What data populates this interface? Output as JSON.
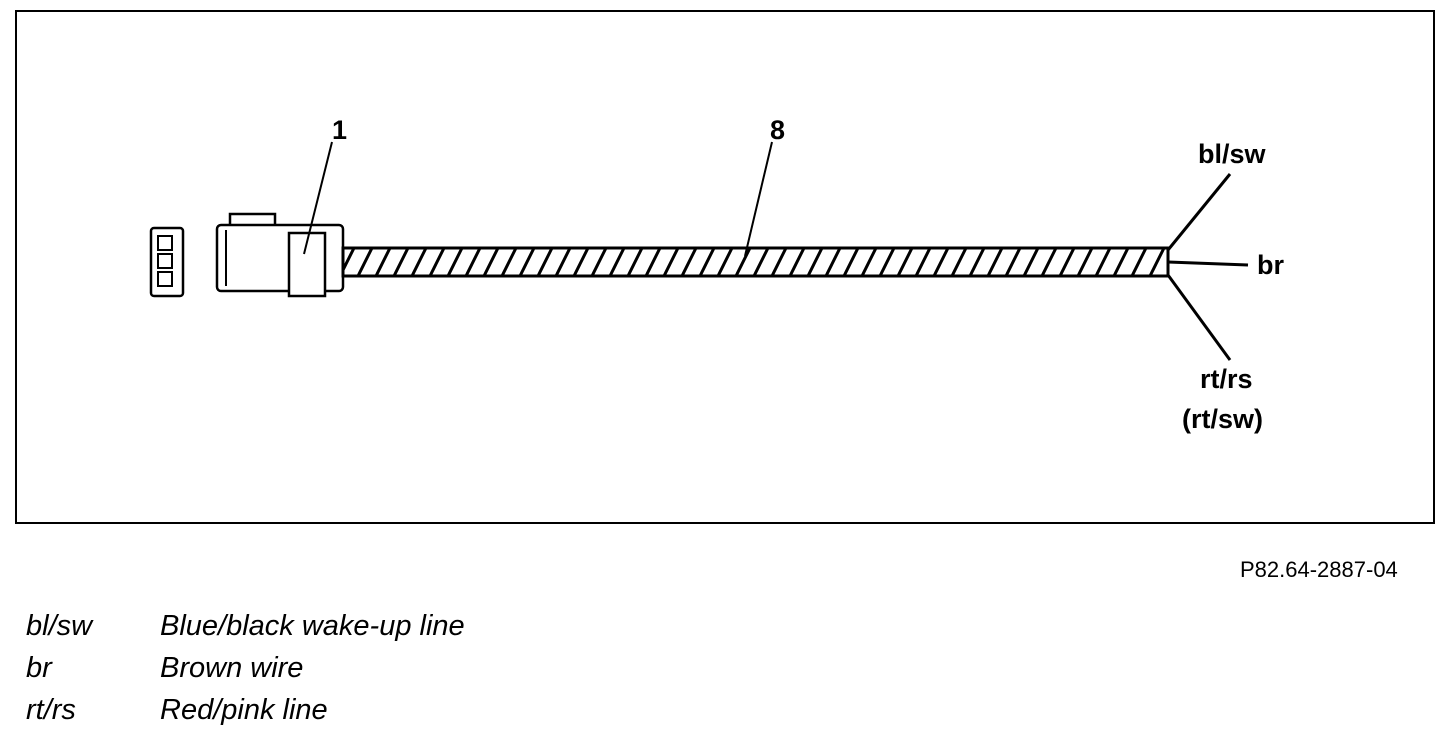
{
  "diagram": {
    "callouts": {
      "connector": "1",
      "harness": "8",
      "wire_blsw": "bl/sw",
      "wire_br": "br",
      "wire_rtrs": "rt/rs",
      "wire_rtrs_alt": "(rt/sw)"
    },
    "figure_id": "P82.64-2887-04"
  },
  "legend": [
    {
      "code": "bl/sw",
      "description": "Blue/black wake-up line"
    },
    {
      "code": "br",
      "description": "Brown wire"
    },
    {
      "code": "rt/rs",
      "description": "Red/pink line"
    }
  ]
}
